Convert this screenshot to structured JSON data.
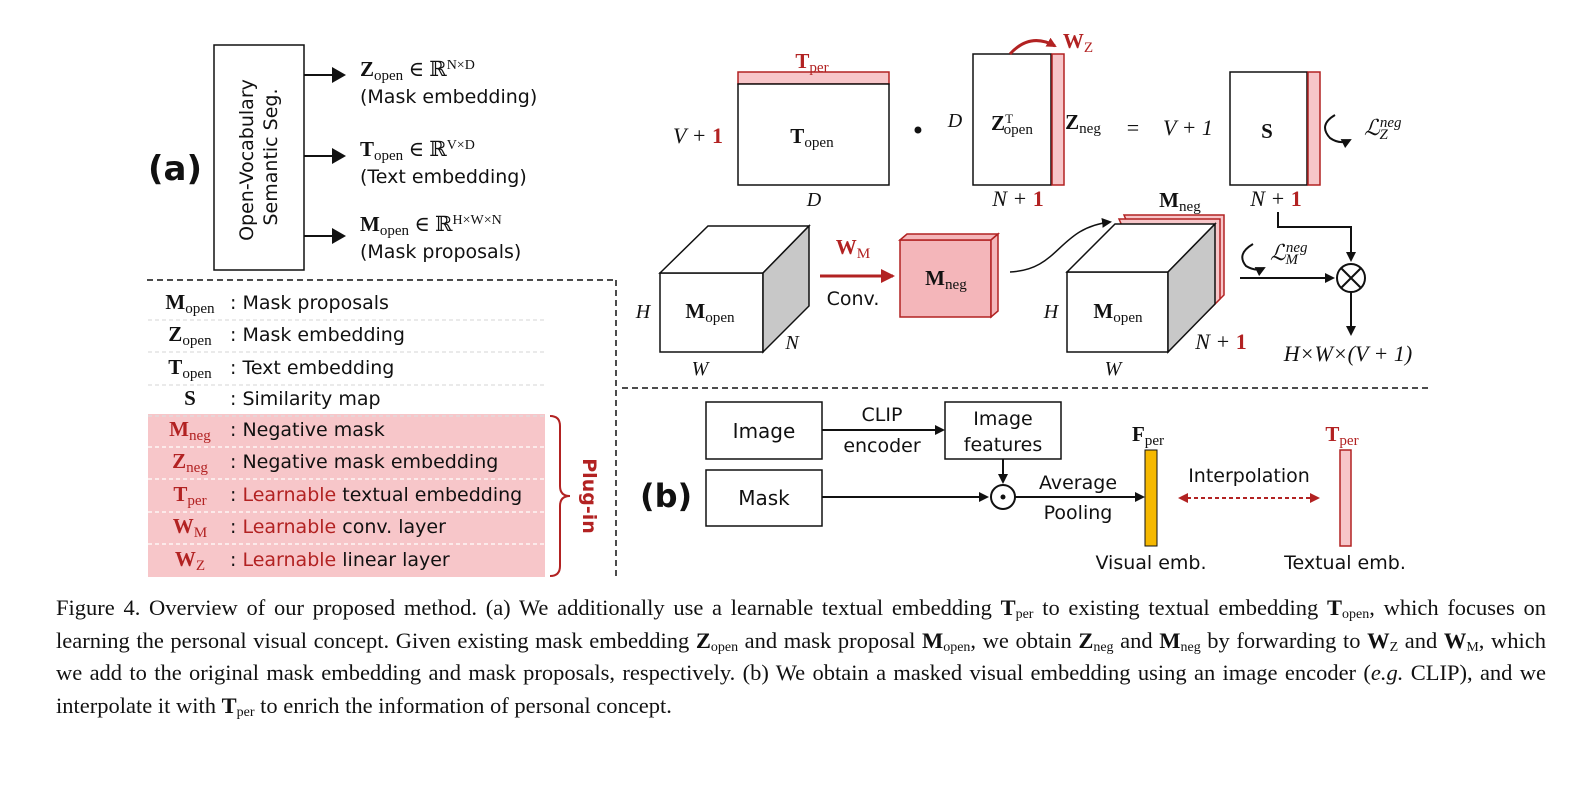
{
  "panel_a": {
    "label": "(a)",
    "ovss_box": "Open-Vocabulary\nSemantic Seg.",
    "outputs": [
      {
        "sym": "Z",
        "sub": "open",
        "sup": "N×D",
        "desc": "(Mask embedding)"
      },
      {
        "sym": "T",
        "sub": "open",
        "sup": "V×D",
        "desc": "(Text embedding)"
      },
      {
        "sym": "M",
        "sub": "open",
        "sup": "H×W×N",
        "desc": "(Mask proposals)"
      }
    ],
    "element_of": "∈",
    "reals": "ℝ"
  },
  "legend": {
    "sep": ":",
    "plain_rows": [
      {
        "sym": "M",
        "sub": "open",
        "desc": "Mask proposals"
      },
      {
        "sym": "Z",
        "sub": "open",
        "desc": "Mask embedding"
      },
      {
        "sym": "T",
        "sub": "open",
        "desc": "Text embedding"
      },
      {
        "sym": "S",
        "sub": "",
        "desc": "Similarity map"
      }
    ],
    "plugin_rows": [
      {
        "sym": "M",
        "sub": "neg",
        "learn": "",
        "desc": "Negative mask"
      },
      {
        "sym": "Z",
        "sub": "neg",
        "learn": "",
        "desc": "Negative mask embedding"
      },
      {
        "sym": "T",
        "sub": "per",
        "learn": "Learnable",
        "desc": "textual embedding"
      },
      {
        "sym": "W",
        "sub": "M",
        "learn": "Learnable",
        "desc": "conv. layer"
      },
      {
        "sym": "W",
        "sub": "Z",
        "learn": "Learnable",
        "desc": "linear layer"
      }
    ],
    "plugin_label": "Plug-in"
  },
  "top_eq": {
    "t_per": {
      "sym": "T",
      "sub": "per"
    },
    "t_open": {
      "sym": "T",
      "sub": "open"
    },
    "v_plus": "V + ",
    "one": "1",
    "d_bottom": "D",
    "dot": "•",
    "d_left": "D",
    "z_open_t": {
      "sym": "Z",
      "sup": "T",
      "sub": "open"
    },
    "n_plus": "N + ",
    "w_z": {
      "sym": "W",
      "sub": "Z"
    },
    "z_neg": {
      "sym": "Z",
      "sub": "neg"
    },
    "equals": "=",
    "v_plus_1": "V + 1",
    "s": "S",
    "l_z": {
      "sym": "ℒ",
      "sub": "Z",
      "sup": "neg"
    }
  },
  "cube_row": {
    "cube1": {
      "sym": "M",
      "sub": "open",
      "h": "H",
      "w": "W",
      "n": "N"
    },
    "w_m": {
      "sym": "W",
      "sub": "M"
    },
    "conv": "Conv.",
    "m_neg_box": {
      "sym": "M",
      "sub": "neg"
    },
    "cube2": {
      "sym": "M",
      "sub": "open",
      "h": "H",
      "w": "W",
      "n_plus": "N + ",
      "one": "1"
    },
    "m_neg_top": {
      "sym": "M",
      "sub": "neg"
    },
    "l_m": {
      "sym": "ℒ",
      "sub": "M",
      "sup": "neg"
    },
    "otimes": "⊗",
    "out": "H×W×(V + 1)",
    "n_plus_1": {
      "text": "N + ",
      "one": "1"
    }
  },
  "panel_b": {
    "label": "(b)",
    "image": "Image",
    "mask": "Mask",
    "clip_1": "CLIP",
    "clip_2": "encoder",
    "imgfeat_1": "Image",
    "imgfeat_2": "features",
    "odot": "⊙",
    "avg_1": "Average",
    "avg_2": "Pooling",
    "f_per": {
      "sym": "F",
      "sub": "per"
    },
    "t_per": {
      "sym": "T",
      "sub": "per"
    },
    "interp": "Interpolation",
    "visual": "Visual emb.",
    "textual": "Textual emb."
  },
  "caption": {
    "p1": "Figure 4.  Overview of our proposed method.  (a) We additionally use a learnable textual embedding ",
    "t1": "T",
    "t1s": "per",
    "p2": " to existing textual embedding ",
    "t2": "T",
    "t2s": "open",
    "p3": ", which focuses on learning the personal visual concept. Given existing mask embedding ",
    "t3": "Z",
    "t3s": "open",
    "p4": " and mask proposal ",
    "t4": "M",
    "t4s": "open",
    "p5": ", we obtain ",
    "t5": "Z",
    "t5s": "neg",
    "p6": " and ",
    "t6": "M",
    "t6s": "neg",
    "p7": " by forwarding to ",
    "t7": "W",
    "t7s": "Z",
    "p8": " and ",
    "t8": "W",
    "t8s": "M",
    "p9": ", which we add to the original mask embedding and mask proposals, respectively.  (b) We obtain a masked visual embedding using an image encoder (",
    "eg": "e.g.",
    "p10": " CLIP), and we interpolate it with ",
    "t9": "T",
    "t9s": "per",
    "p11": " to enrich the information of personal concept."
  },
  "colors": {
    "red": "#b22222",
    "pink": "#f7c6c9",
    "pinkbox": "#f4b6ba",
    "orange": "#f5b800",
    "gray": "#c8c8c8"
  }
}
